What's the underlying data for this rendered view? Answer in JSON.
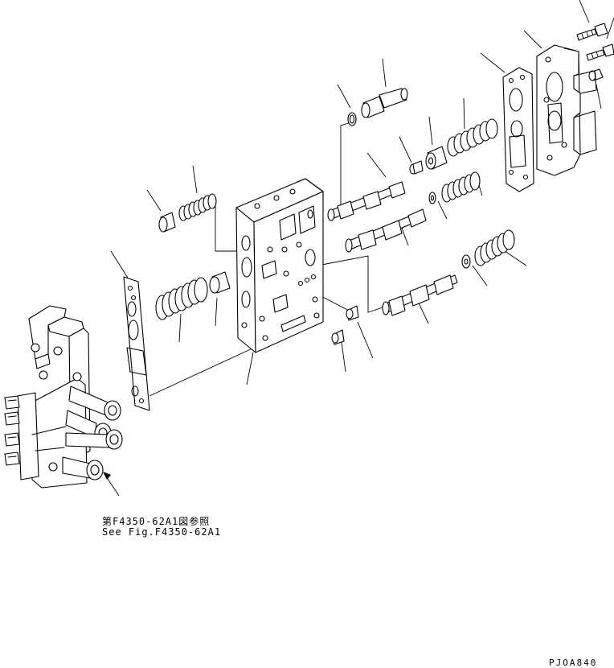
{
  "diagram": {
    "reference_jp": "第F4350-62A1図参照",
    "reference_en": "See Fig.F4350-62A1",
    "figure_code": "PJOA840"
  }
}
